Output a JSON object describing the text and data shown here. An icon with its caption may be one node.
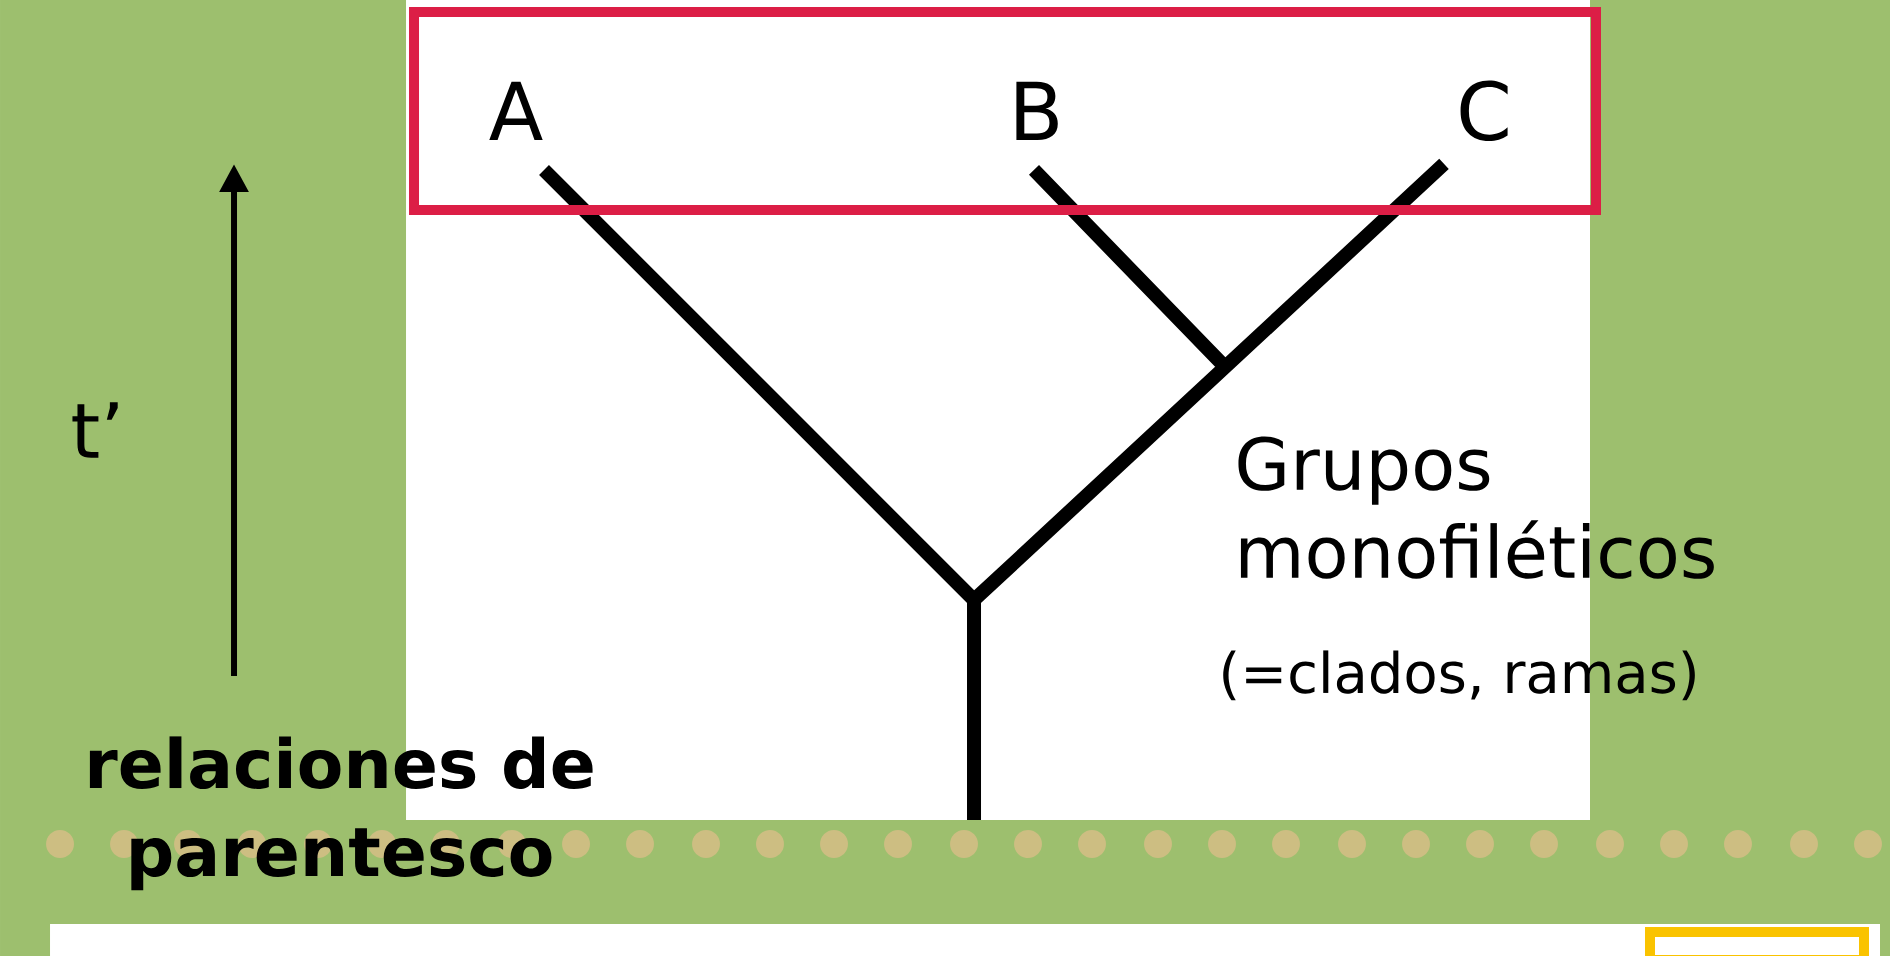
{
  "diagram": {
    "nodes": [
      {
        "text": [
          "A",
          "B",
          "C"
        ]
      }
    ],
    "labels": [
      "t’",
      "Grupos monofiléticos",
      "(=clados, ramas)",
      "relaciones de parentesco"
    ]
  }
}
